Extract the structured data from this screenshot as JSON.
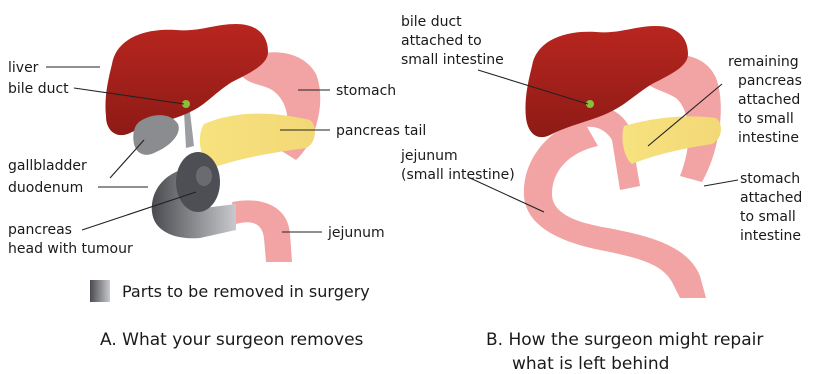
{
  "colors": {
    "liver": "#a8201c",
    "stomach": "#f2a3a4",
    "pancreas": "#f7e07c",
    "removed_dark": "#4e4f54",
    "removed_light": "#a4a5a8",
    "bile_duct": "#8abf3c"
  },
  "diagram_a": {
    "labels": {
      "liver": "liver",
      "bile_duct": "bile duct",
      "gallbladder": "gallbladder",
      "duodenum": "duodenum",
      "pancreas_head_1": "pancreas",
      "pancreas_head_2": "head with tumour",
      "stomach": "stomach",
      "pancreas_tail": "pancreas tail",
      "jejunum": "jejunum"
    },
    "legend": "Parts to be removed in surgery",
    "caption": "A.  What your surgeon removes"
  },
  "diagram_b": {
    "labels": {
      "bile_duct_1": "bile duct",
      "bile_duct_2": "attached to",
      "bile_duct_3": "small intestine",
      "jejunum_1": "jejunum",
      "jejunum_2": "(small intestine)",
      "remaining_1": "remaining",
      "remaining_2": "pancreas",
      "remaining_3": "attached",
      "remaining_4": "to small",
      "remaining_5": "intestine",
      "stomach_1": "stomach",
      "stomach_2": "attached",
      "stomach_3": "to small",
      "stomach_4": "intestine"
    },
    "caption_1": "B. How the surgeon might repair",
    "caption_2": "what is left behind"
  }
}
